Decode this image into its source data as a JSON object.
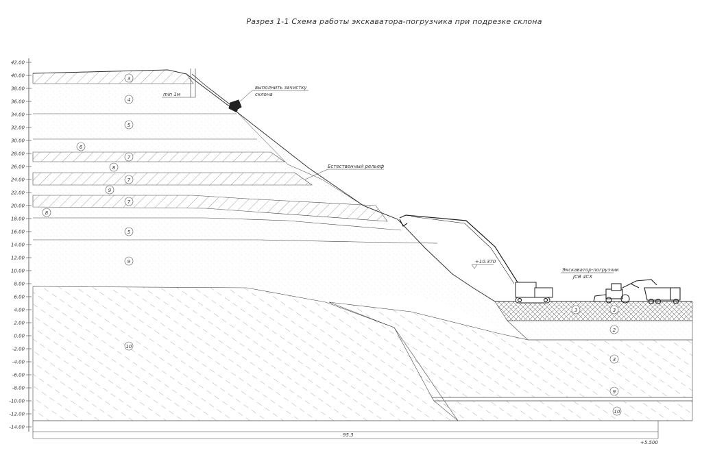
{
  "title": "Разрез 1-1 Схема работы экскаватора-погрузчика при подрезке склона",
  "elevation_axis": {
    "ticks": [
      "42.00",
      "40.00",
      "38.00",
      "36.00",
      "34.00",
      "32.00",
      "30.00",
      "28.00",
      "26.00",
      "24.00",
      "22.00",
      "20.00",
      "18.00",
      "16.00",
      "14.00",
      "12.00",
      "10.00",
      "8.00",
      "6.00",
      "4.00",
      "2.00",
      "0.00",
      "-2.00",
      "-4.00",
      "-6.00",
      "-8.00",
      "-10.00",
      "-12.00",
      "-14.00"
    ]
  },
  "annotations": {
    "min_offset": "min 1м",
    "cleanup_line1": "выполнить зачистку",
    "cleanup_line2": "склона",
    "natural_relief": "Естественный рельеф",
    "level_mark": "+10.370",
    "loader_line1": "Экскаватор-погрузчик",
    "loader_line2": "JCB 4CX",
    "section_length": "95.3",
    "bottom_mark": "+5.500"
  },
  "layer_labels": {
    "l3_top": "3",
    "l4": "4",
    "l5_a": "5",
    "l6": "6",
    "l7_a": "7",
    "l8_a": "8",
    "l7_b": "7",
    "l9_a": "9",
    "l7_c": "7",
    "l8_b": "8",
    "l5_b": "5",
    "l9_b": "9",
    "l10_a": "10",
    "r3_a": "3",
    "r3_b": "3",
    "r2": "2",
    "r3_c": "3",
    "r9": "9",
    "r10": "10"
  },
  "colors": {
    "line": "#444444",
    "hatch": "#7a7a7a",
    "text": "#333333"
  }
}
